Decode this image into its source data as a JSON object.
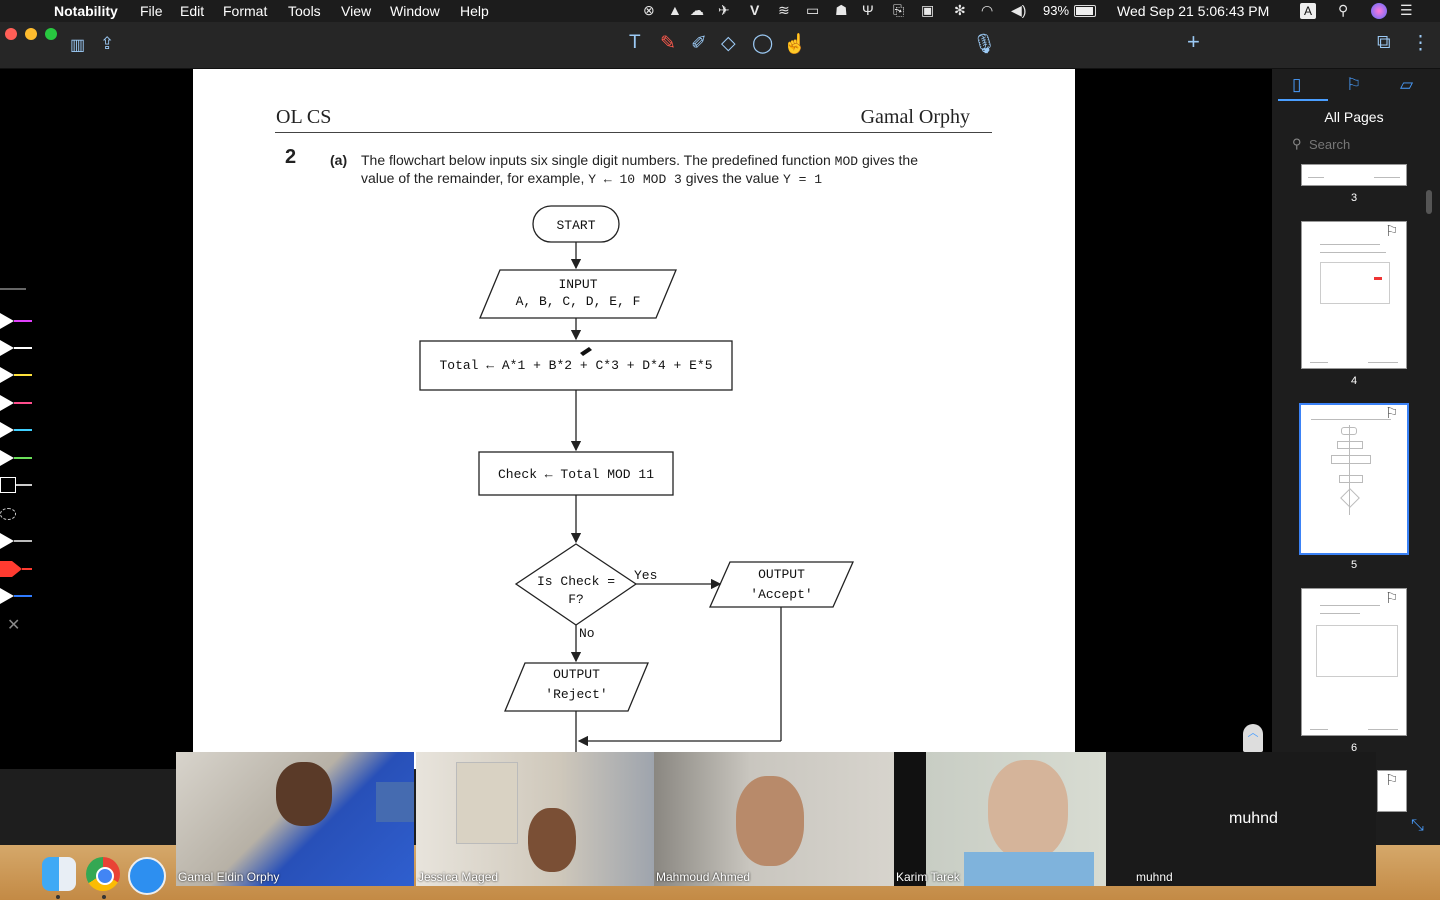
{
  "menubar": {
    "apple": "",
    "app_name": "Notability",
    "menus": [
      "File",
      "Edit",
      "Format",
      "Tools",
      "View",
      "Window",
      "Help"
    ],
    "battery": "93%",
    "datetime": "Wed Sep 21  5:06:43 PM",
    "input_source": "A"
  },
  "document": {
    "header_left": "OL CS",
    "header_right": "Gamal Orphy",
    "question_number": "2",
    "part_label": "(a)",
    "intro_line1_a": "The flowchart below inputs six single digit numbers.  The predefined function ",
    "intro_line1_code": "MOD",
    "intro_line1_b": " gives the",
    "intro_line2_a": "value of the remainder, for example, ",
    "intro_line2_code1": "Y ← 10 MOD 3",
    "intro_line2_b": " gives the value ",
    "intro_line2_code2": "Y = 1",
    "flowchart": {
      "start": "START",
      "input_line1": "INPUT",
      "input_line2": "A, B, C, D, E, F",
      "total": "Total ← A*1 + B*2 + C*3 + D*4 + E*5",
      "check": "Check ← Total MOD 11",
      "decision_line1": "Is Check =",
      "decision_line2": "F?",
      "yes_label": "Yes",
      "no_label": "No",
      "accept_line1": "OUTPUT",
      "accept_line2": "'Accept'",
      "reject_line1": "OUTPUT",
      "reject_line2": "'Reject'"
    }
  },
  "sidebar": {
    "tab_pages_icon": "pages-icon",
    "tab_bookmarks_icon": "bookmark-icon",
    "tab_outline_icon": "outline-icon",
    "title": "All Pages",
    "search_placeholder": "Search",
    "pages": [
      "3",
      "4",
      "5",
      "6"
    ],
    "selected_page": "5"
  },
  "participants": [
    {
      "name": "Gamal Eldin Orphy"
    },
    {
      "name": "Jessica Maged"
    },
    {
      "name": "Mahmoud Ahmed"
    },
    {
      "name": "Karim Tarek"
    },
    {
      "name": "muhnd",
      "center_label": "muhnd"
    }
  ],
  "colors": {
    "accent": "#4a9eff",
    "tool_blue": "#9ccaf5",
    "pen_red": "#ff3b30",
    "selected_thumb_border": "#3b82f6"
  }
}
